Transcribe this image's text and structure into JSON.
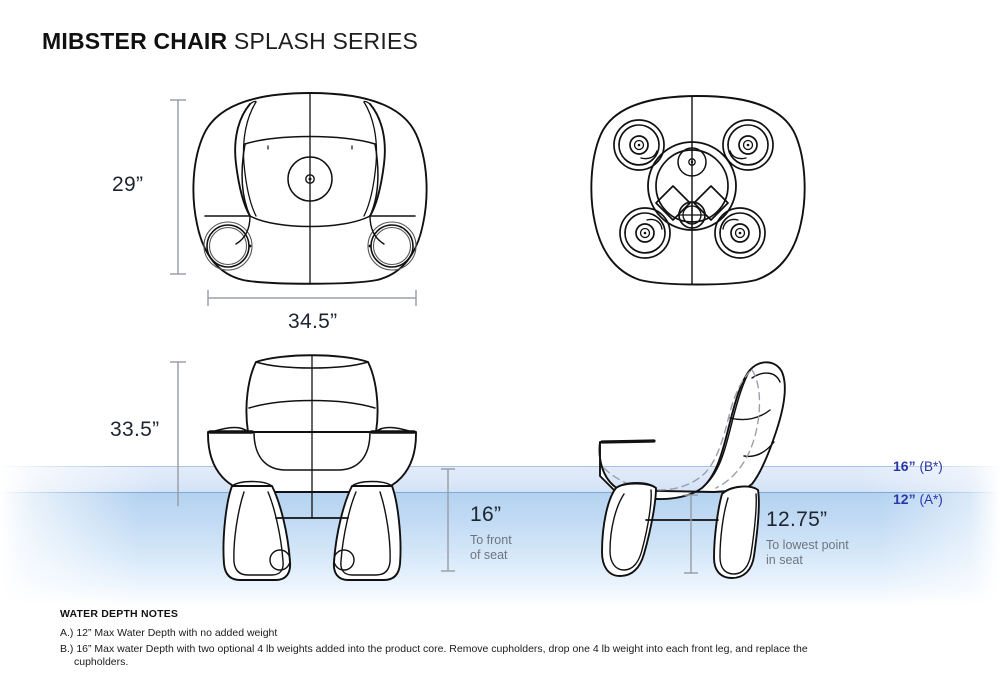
{
  "title": {
    "bold": "MIBSTER CHAIR",
    "light": "SPLASH SERIES"
  },
  "dimensions": {
    "top_height": "29”",
    "top_width": "34.5”",
    "front_height": "33.5”",
    "seat_front": "16”",
    "seat_front_note_line1": "To front",
    "seat_front_note_line2": "of seat",
    "seat_lowest": "12.75”",
    "seat_lowest_note_line1": "To lowest point",
    "seat_lowest_note_line2": "in seat"
  },
  "water_levels": [
    {
      "value": "16”",
      "ref": "(B*)"
    },
    {
      "value": "12”",
      "ref": "(A*)"
    }
  ],
  "notes": {
    "heading": "WATER DEPTH NOTES",
    "a": "A.) 12” Max Water Depth with no added weight",
    "b": "B.) 16” Max water Depth with two optional 4 lb weights added into the product core. Remove cupholders, drop one 4 lb weight into each front leg, and replace the",
    "b_cont": "cupholders."
  },
  "views": {
    "top_front": "top-view-chair",
    "top_bottom": "underside-view-chair",
    "elevation_front": "front-elevation-chair",
    "elevation_side": "side-elevation-chair"
  },
  "colors": {
    "ink": "#111111",
    "water_accent": "#2b36a8",
    "dim_gray": "#9aa0aa",
    "sub_gray": "#6f757f",
    "water_upper": "#dce7f8",
    "water_lower": "#b3d2f0"
  }
}
